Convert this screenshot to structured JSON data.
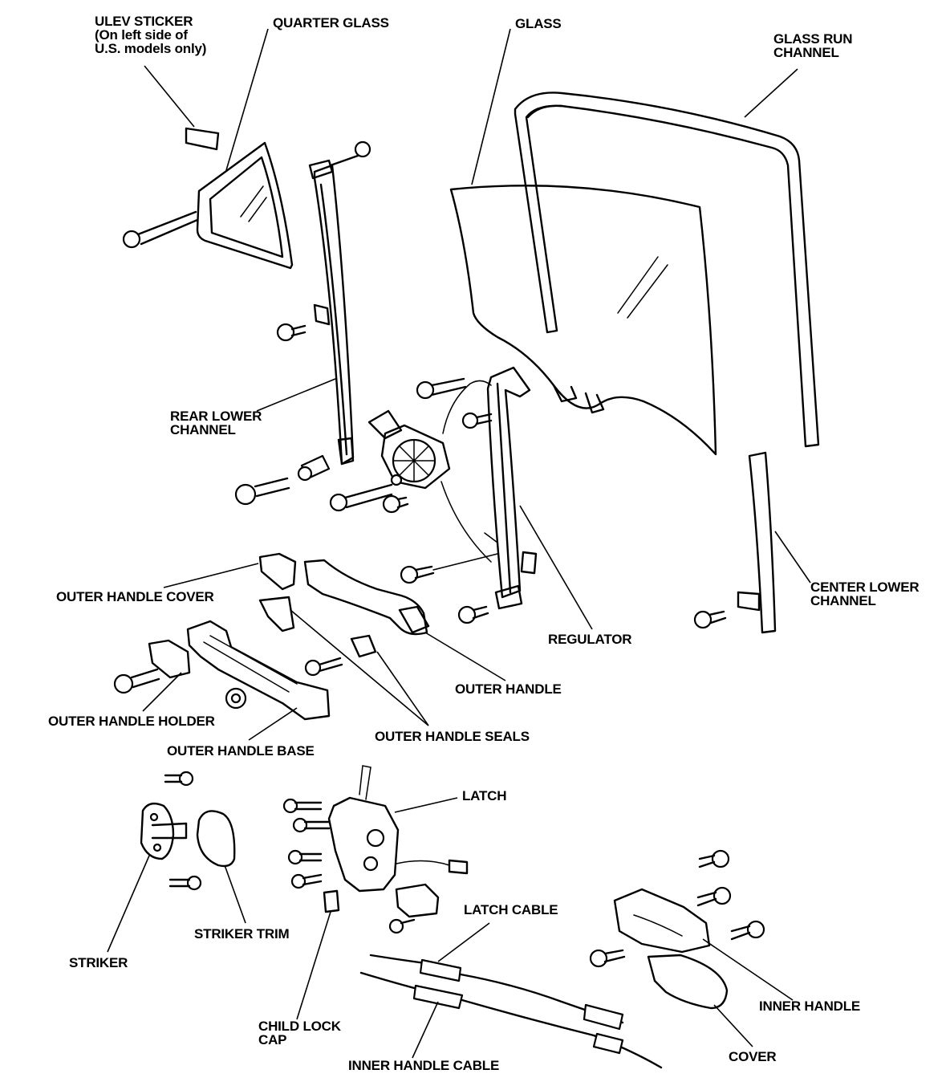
{
  "labels": {
    "ulev_sticker": "ULEV STICKER\n(On left side of\nU.S. models only)",
    "quarter_glass": "QUARTER GLASS",
    "glass": "GLASS",
    "glass_run_channel": "GLASS RUN\nCHANNEL",
    "rear_lower_channel": "REAR LOWER\nCHANNEL",
    "center_lower_channel": "CENTER LOWER\nCHANNEL",
    "outer_handle_cover": "OUTER HANDLE COVER",
    "regulator": "REGULATOR",
    "outer_handle": "OUTER HANDLE",
    "outer_handle_holder": "OUTER HANDLE HOLDER",
    "outer_handle_seals": "OUTER HANDLE SEALS",
    "outer_handle_base": "OUTER HANDLE BASE",
    "latch": "LATCH",
    "latch_cable": "LATCH CABLE",
    "striker_trim": "STRIKER TRIM",
    "striker": "STRIKER",
    "inner_handle": "INNER HANDLE",
    "child_lock_cap": "CHILD LOCK\nCAP",
    "cover": "COVER",
    "inner_handle_cable": "INNER HANDLE CABLE"
  }
}
